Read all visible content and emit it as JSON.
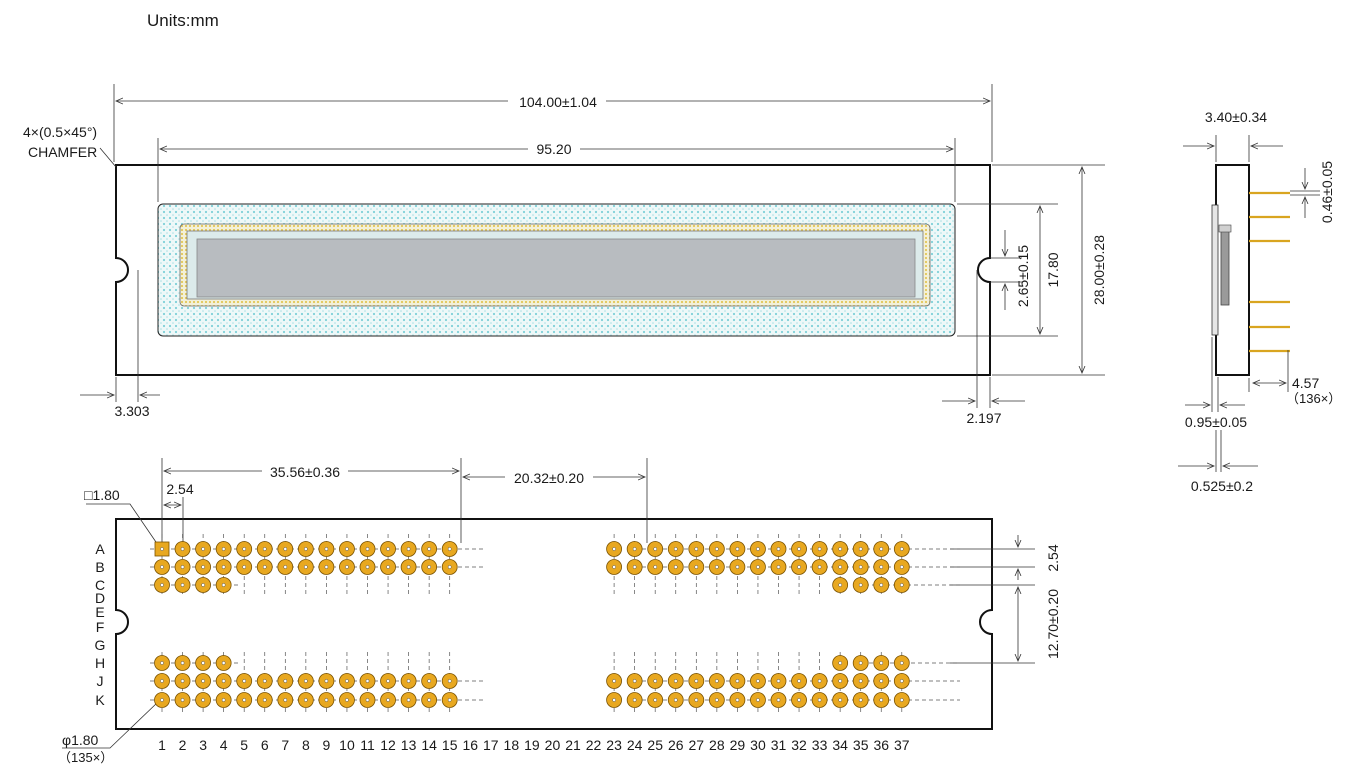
{
  "units": "Units:mm",
  "front_view": {
    "overall_width": "104.00±1.04",
    "active_width": "95.20",
    "chamfer_line1": "4×(0.5×45°)",
    "chamfer_line2": "CHAMFER",
    "overall_height": "28.00±0.28",
    "active_height": "17.80",
    "notch_height": "2.65±0.15",
    "left_offset": "3.303",
    "right_offset": "2.197"
  },
  "side_view": {
    "thickness": "3.40±0.34",
    "pin_dia": "0.46±0.05",
    "pin_length": "4.57",
    "pin_count": "（136×）",
    "glass": "0.95±0.05",
    "offset": "0.525±0.2"
  },
  "pin_view": {
    "group_span": "35.56±0.36",
    "group_gap": "20.32±0.20",
    "pitch": "2.54",
    "square_pad": "□1.80",
    "row_pitch": "2.54",
    "block_gap": "12.70±0.20",
    "pad_dia": "φ1.80",
    "pad_count": "（135×）",
    "rows": [
      "A",
      "B",
      "C",
      "D",
      "E",
      "F",
      "G",
      "H",
      "J",
      "K"
    ],
    "columns": [
      "1",
      "2",
      "3",
      "4",
      "5",
      "6",
      "7",
      "8",
      "9",
      "10",
      "11",
      "12",
      "13",
      "14",
      "15",
      "16",
      "17",
      "18",
      "19",
      "20",
      "21",
      "22",
      "23",
      "24",
      "25",
      "26",
      "27",
      "28",
      "29",
      "30",
      "31",
      "32",
      "33",
      "34",
      "35",
      "36",
      "37"
    ]
  },
  "colors": {
    "pad": "#e8a820",
    "pad_stroke": "#7a5200",
    "glass_dots": "#7fd0d8",
    "display": "#b8bcc0",
    "gold_lead": "#d9a520"
  }
}
